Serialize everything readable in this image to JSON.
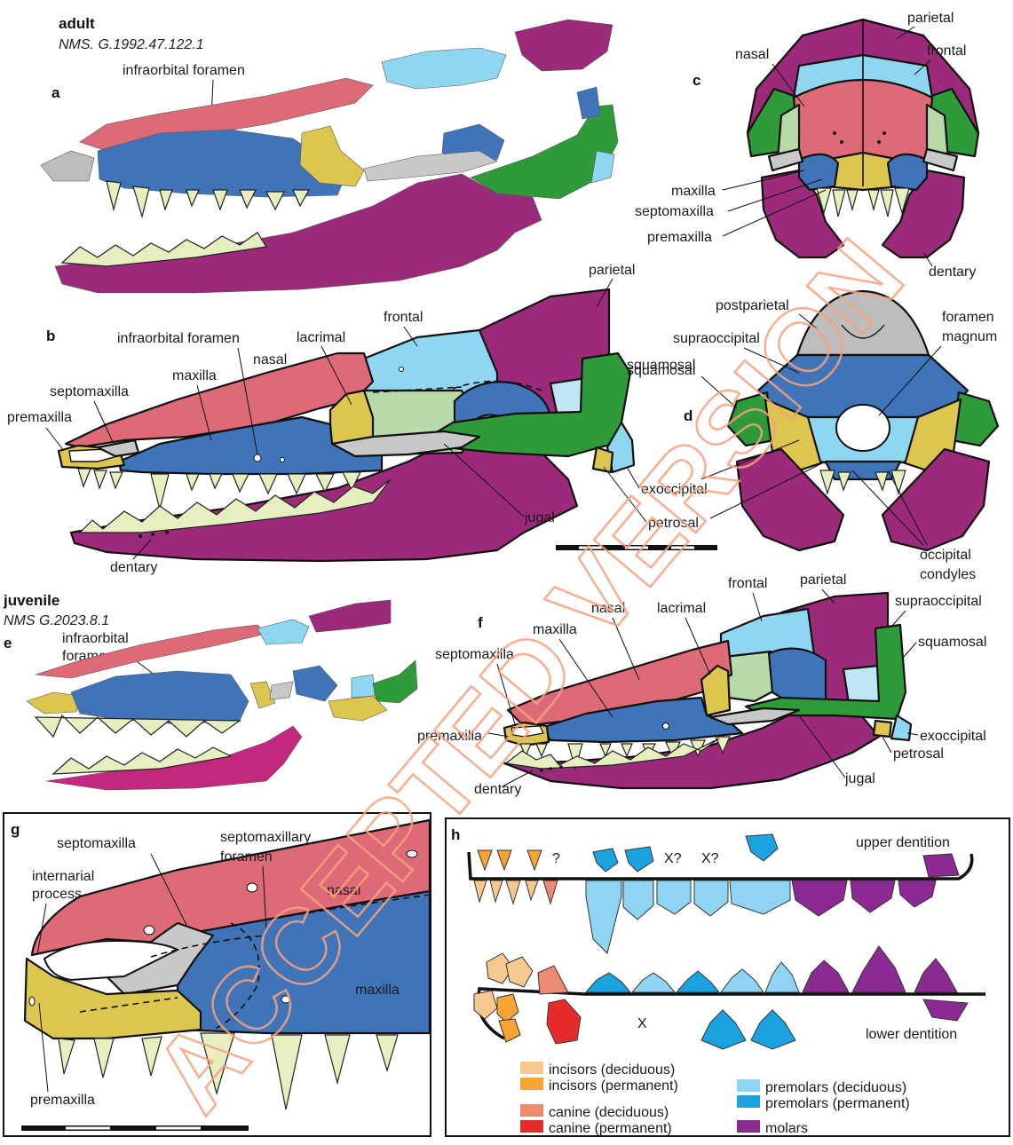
{
  "colors": {
    "nasal": "#dd6a76",
    "frontal": "#8fd6f0",
    "parietal": "#9b2a7a",
    "maxilla": "#3f74b8",
    "premaxilla": "#dcc64f",
    "septomaxilla": "#c8c8c8",
    "squamosal": "#2f9a3a",
    "dentary": "#9b2a7a",
    "lacrimal": "#dcc64f",
    "jugal": "#c8c8c8",
    "teeth": "#e6efbf",
    "incisor_deciduous": "#f8c98f",
    "incisor_permanent": "#f5a333",
    "canine_deciduous": "#ee8a74",
    "canine_permanent": "#e52b2b",
    "premolar_deciduous": "#8fd4f2",
    "premolar_permanent": "#1aa3e0",
    "molars": "#8b2a92",
    "watermark": "#f7a27e"
  },
  "panels": {
    "a": {
      "letter": "a",
      "stage": "adult",
      "specimen": "NMS. G.1992.47.122.1",
      "labels": {
        "infraorbital": "infraorbital foramen"
      }
    },
    "b": {
      "letter": "b",
      "labels": {
        "parietal": "parietal",
        "frontal": "frontal",
        "lacrimal": "lacrimal",
        "infraorbital": "infraorbital foramen",
        "nasal": "nasal",
        "maxilla": "maxilla",
        "septomaxilla": "septomaxilla",
        "premaxilla": "premaxilla",
        "squamosal": "squamosal",
        "exoccipital": "exoccipital",
        "jugal": "jugal",
        "petrosal": "petrosal",
        "dentary": "dentary"
      }
    },
    "c": {
      "letter": "c",
      "labels": {
        "parietal": "parietal",
        "nasal": "nasal",
        "frontal": "frontal",
        "maxilla": "maxilla",
        "septomaxilla": "septomaxilla",
        "premaxilla": "premaxilla",
        "dentary": "dentary"
      }
    },
    "d": {
      "letter": "d",
      "labels": {
        "postparietal": "postparietal",
        "supraoccipital": "supraoccipital",
        "foramen_line1": "foramen",
        "foramen_line2": "magnum",
        "squamosal": "squamosal",
        "occipital_line1": "occipital",
        "occipital_line2": "condyles"
      }
    },
    "e": {
      "letter": "e",
      "stage": "juvenile",
      "specimen": "NMS G.2023.8.1",
      "labels": {
        "infraorbital_line1": "infraorbital",
        "infraorbital_line2": "foramen"
      }
    },
    "f": {
      "letter": "f",
      "labels": {
        "frontal": "frontal",
        "parietal": "parietal",
        "supraoccipital": "supraoccipital",
        "nasal": "nasal",
        "lacrimal": "lacrimal",
        "maxilla": "maxilla",
        "squamosal": "squamosal",
        "septomaxilla": "septomaxilla",
        "premaxilla": "premaxilla",
        "exoccipital": "exoccipital",
        "petrosal": "petrosal",
        "jugal": "jugal",
        "dentary": "dentary"
      }
    },
    "g": {
      "letter": "g",
      "labels": {
        "septomaxilla": "septomaxilla",
        "septomaxillary_line1": "septomaxillary",
        "septomaxillary_line2": "foramen",
        "internarial_line1": "internarial",
        "internarial_line2": "process",
        "nasal": "nasal",
        "maxilla": "maxilla",
        "premaxilla": "premaxilla"
      }
    },
    "h": {
      "letter": "h",
      "upper": "upper dentition",
      "lower": "lower dentition",
      "marks": {
        "q": "?",
        "xq": "X?",
        "x": "X"
      },
      "legend": [
        {
          "label": "incisors (deciduous)",
          "color_key": "incisor_deciduous"
        },
        {
          "label": "incisors (permanent)",
          "color_key": "incisor_permanent"
        },
        {
          "label": "canine (deciduous)",
          "color_key": "canine_deciduous"
        },
        {
          "label": "canine (permanent)",
          "color_key": "canine_permanent"
        },
        {
          "label": "premolars (deciduous)",
          "color_key": "premolar_deciduous"
        },
        {
          "label": "premolars (permanent)",
          "color_key": "premolar_permanent"
        },
        {
          "label": "molars",
          "color_key": "molars"
        }
      ]
    }
  },
  "watermark": "ACCEPTED VERSION"
}
